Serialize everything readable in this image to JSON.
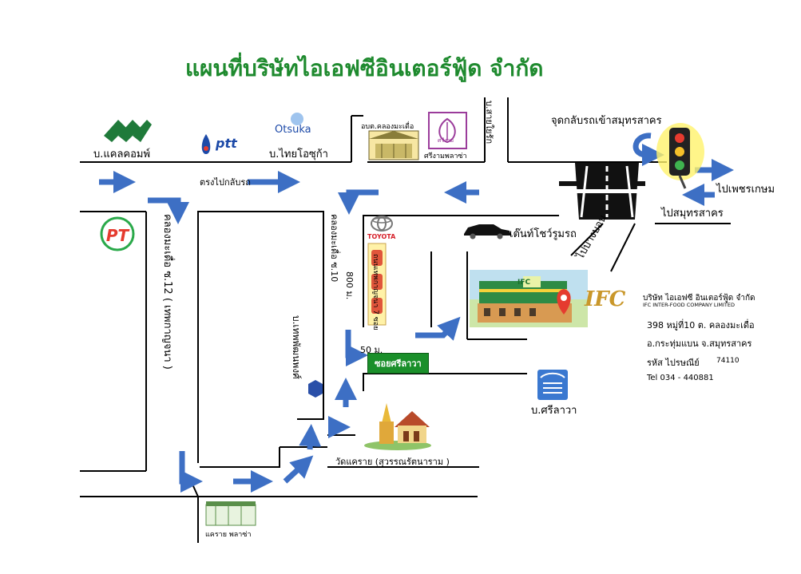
{
  "title": "แผนที่บริษัทไอเอฟซีอินเตอร์ฟู้ด จำกัด",
  "landmarks": {
    "callcomp": "บ.แคลคอมพ์",
    "ptt": "ptt",
    "otsuka_logo": "Otsuka",
    "otsuka": "บ.ไทยโอซุก้า",
    "district_office": "อบต.คลองมะเดื่อ",
    "sri_ngam_logo": "ศรีงาม",
    "sri_ngam": "ศรีงามพลาซ่า",
    "u_turn": "จุดกลับรถเข้าสมุทรสาคร",
    "to_phetkasem": "ไปเพชรเกษม",
    "to_samut_sakhon": "ไปสมุทรสาคร",
    "straight_uturn": "ตรงไปกลับรถ",
    "car_showroom": "เต๊นท์โชว์รูมรถ",
    "to_bang_bon": "ไปบางบอน",
    "toyota": "TOYOTA",
    "khlong_12": "คลองมะเดื่อ ซ.12 ( เทพกาญจนา )",
    "khlong_10": "คลองมะเดื่อ ซ.10",
    "distance_800": "800 ม.",
    "distance_50": "50 ม.",
    "soi_sri_lawa": "ซอยศรีลาวา",
    "sri_lawa_co": "บ.ศรีลาวา",
    "temple": "วัดแคราย  (สุวรรณรัตนาราม )",
    "krai_plaza": "แคราย พลาซ่า",
    "road_right_top": "บ.สายใยรัก",
    "thep_road": "บ.เทพพัฒนพงศ์",
    "toyota_soi": "ถนนเทพกาญจนา 7 ซอย"
  },
  "company": {
    "name_th": "บริษัท ไอเอฟซี อินเตอร์ฟู้ด จำกัด",
    "name_en": "IFC INTER-FOOD COMPANY LIMITED",
    "logo": "IFC",
    "addr1": "398 หมู่ที่10 ต. คลองมะเดื่อ",
    "addr2": "อ.กระทุ่มแบน จ.สมุทรสาคร",
    "postal_label": "รหัส ไปรษณีย์",
    "postal_code": "74110",
    "tel": "Tel 034 - 440881",
    "sign": "IFC"
  },
  "colors": {
    "title": "#1e8a2e",
    "arrow": "#3d6fc4",
    "road": "#000000",
    "sign_green": "#1a8f2a"
  }
}
